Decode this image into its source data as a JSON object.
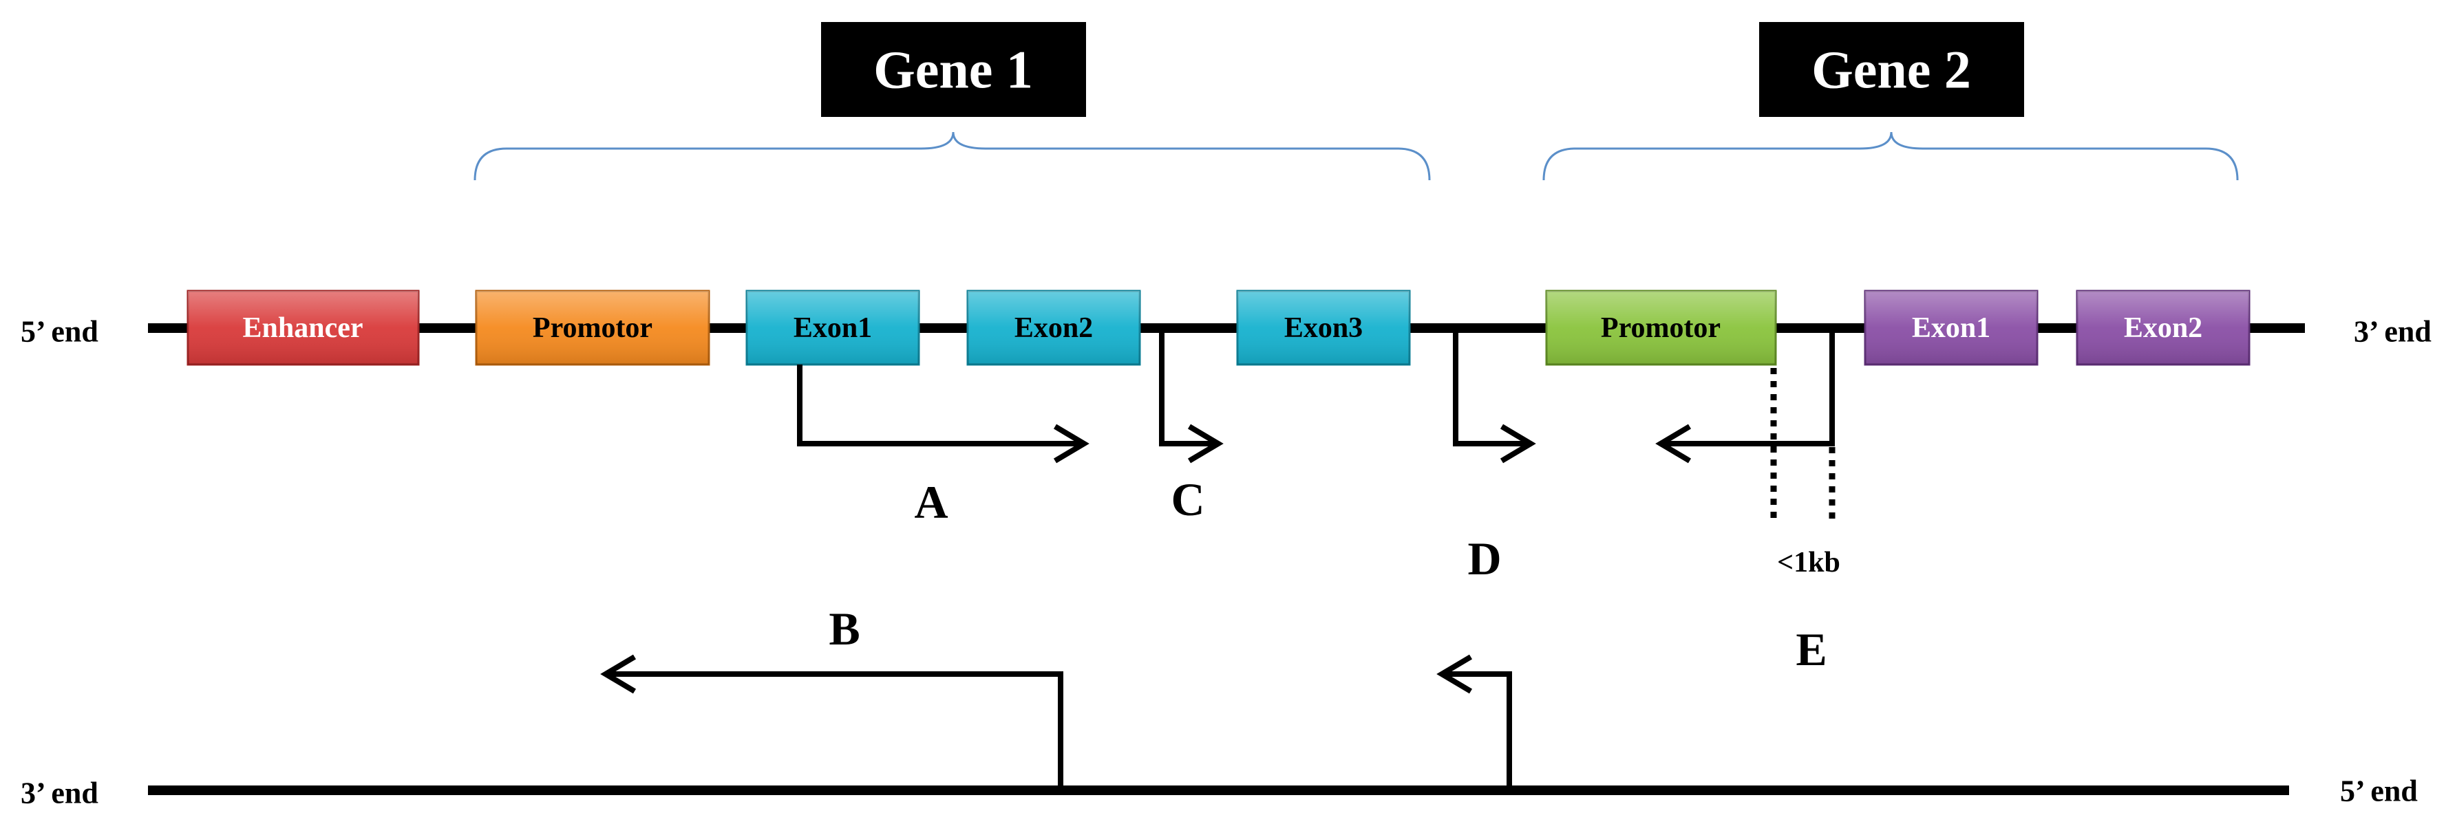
{
  "genes": [
    {
      "title": "Gene 1"
    },
    {
      "title": "Gene 2"
    }
  ],
  "strands": {
    "top": {
      "left_label": "5’ end",
      "right_label": "3’ end"
    },
    "bottom": {
      "left_label": "3’ end",
      "right_label": "5’ end"
    }
  },
  "elements": [
    {
      "label": "Enhancer",
      "color": "#d93a3a",
      "text_color": "#ffffff"
    },
    {
      "label": "Promotor",
      "color": "#f58a1f",
      "text_color": "#000000"
    },
    {
      "label": "Exon1",
      "color": "#16b2cf",
      "text_color": "#000000"
    },
    {
      "label": "Exon2",
      "color": "#16b2cf",
      "text_color": "#000000"
    },
    {
      "label": "Exon3",
      "color": "#16b2cf",
      "text_color": "#000000"
    },
    {
      "label": "Promotor",
      "color": "#8ac43d",
      "text_color": "#000000"
    },
    {
      "label": "Exon1",
      "color": "#8a4fa6",
      "text_color": "#ffffff"
    },
    {
      "label": "Exon2",
      "color": "#8a4fa6",
      "text_color": "#ffffff"
    }
  ],
  "letters": [
    "A",
    "B",
    "C",
    "D",
    "E"
  ],
  "distance_label": "<1kb",
  "colors": {
    "brace": "#5b8fc9",
    "line": "#000000",
    "title_box": "#000000"
  }
}
